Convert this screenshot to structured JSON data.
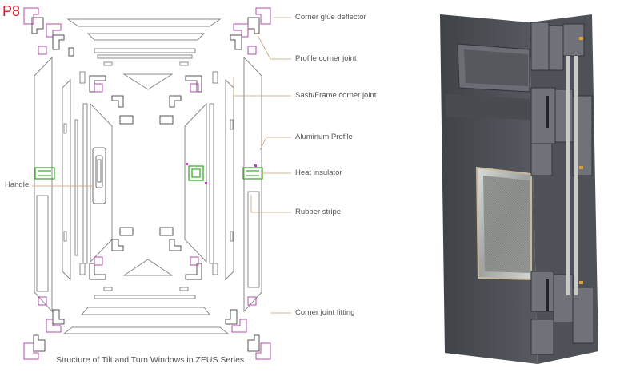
{
  "tag": "P8",
  "diagram": {
    "caption": "Structure of Tilt and Turn Windows in ZEUS Series",
    "labels": {
      "corner_glue_deflector": "Corner glue deflector",
      "profile_corner_joint": "Profile corner joint",
      "sash_frame_corner_joint": "Sash/Frame corner joint",
      "aluminum_profile": "Aluminum Profile",
      "heat_insulator": "Heat insulator",
      "handle": "Handle",
      "rubber_stripe": "Rubber stripe",
      "corner_joint_fitting": "Corner joint fitting"
    }
  },
  "colors": {
    "tag": "#d81e2c",
    "line": "#8a8a8a",
    "leader": "#c8a07a",
    "accent_purple": "#b04ea8",
    "accent_green": "#3dae2b",
    "profile_dark": "#4a4d52",
    "profile_mid": "#5c6066",
    "profile_light": "#8c9096"
  }
}
